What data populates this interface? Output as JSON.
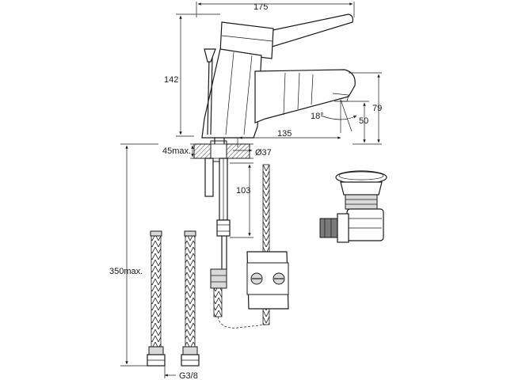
{
  "dimensions": {
    "width_total": "175",
    "height_total": "142",
    "spout_height": "79",
    "spout_clear": "50",
    "angle": "18°",
    "reach": "135",
    "deck_max": "45max.",
    "hole_dia": "Ø37",
    "depth": "103",
    "hose_length": "350max.",
    "thread": "G3/8"
  }
}
